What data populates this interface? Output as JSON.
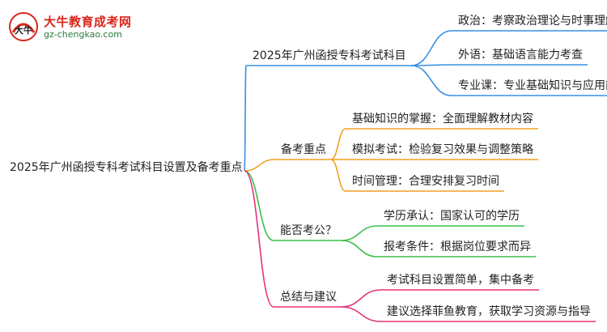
{
  "logo": {
    "title": "大牛教育成考网",
    "url": "gz-chengkao.com",
    "badge_text": "大牛"
  },
  "root": {
    "label": "2025年广州函授专科考试科目设置及备考重点"
  },
  "branches": [
    {
      "label": "2025年广州函授专科考试科目",
      "color": "#3a8ee6",
      "leaves": [
        "政治：考察政治理论与时事理解",
        "外语：基础语言能力考查",
        "专业课：专业基础知识与应用能力"
      ]
    },
    {
      "label": "备考重点",
      "color": "#f0a020",
      "leaves": [
        "基础知识的掌握：全面理解教材内容",
        "模拟考试：检验复习效果与调整策略",
        "时间管理：合理安排复习时间"
      ]
    },
    {
      "label": "能否考公？",
      "color": "#3cc04a",
      "leaves": [
        "学历承认：国家认可的学历",
        "报考条件：根据岗位要求而异"
      ]
    },
    {
      "label": "总结与建议",
      "color": "#e8307a",
      "leaves": [
        "考试科目设置简单，集中备考",
        "建议选择菲鱼教育，获取学习资源与指导"
      ]
    }
  ]
}
